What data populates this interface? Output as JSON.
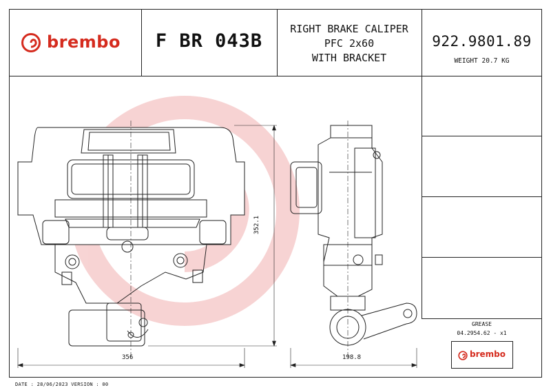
{
  "brand": {
    "name": "brembo",
    "color": "#d52b1e"
  },
  "title_block": {
    "part_code": "F BR 043B",
    "description_line1": "RIGHT BRAKE CALIPER",
    "description_line2": "PFC 2x60",
    "description_line3": "WITH BRACKET",
    "article_number": "922.9801.89",
    "weight": "WEIGHT 20.7 KG"
  },
  "dimensions": {
    "front_width": "356",
    "front_height": "352.1",
    "side_width": "198.8"
  },
  "side_panel": {
    "grease_label": "GREASE",
    "grease_value": "04.2954.62 - x1"
  },
  "footer": {
    "text": "DATE : 28/06/2023 VERSION : 00"
  },
  "colors": {
    "line": "#222222",
    "watermark": "#f4c6c6",
    "brand_red": "#d52b1e"
  },
  "icons": [
    "brembo-logo-icon",
    "front-view-drawing",
    "side-view-drawing",
    "watermark-logo"
  ]
}
